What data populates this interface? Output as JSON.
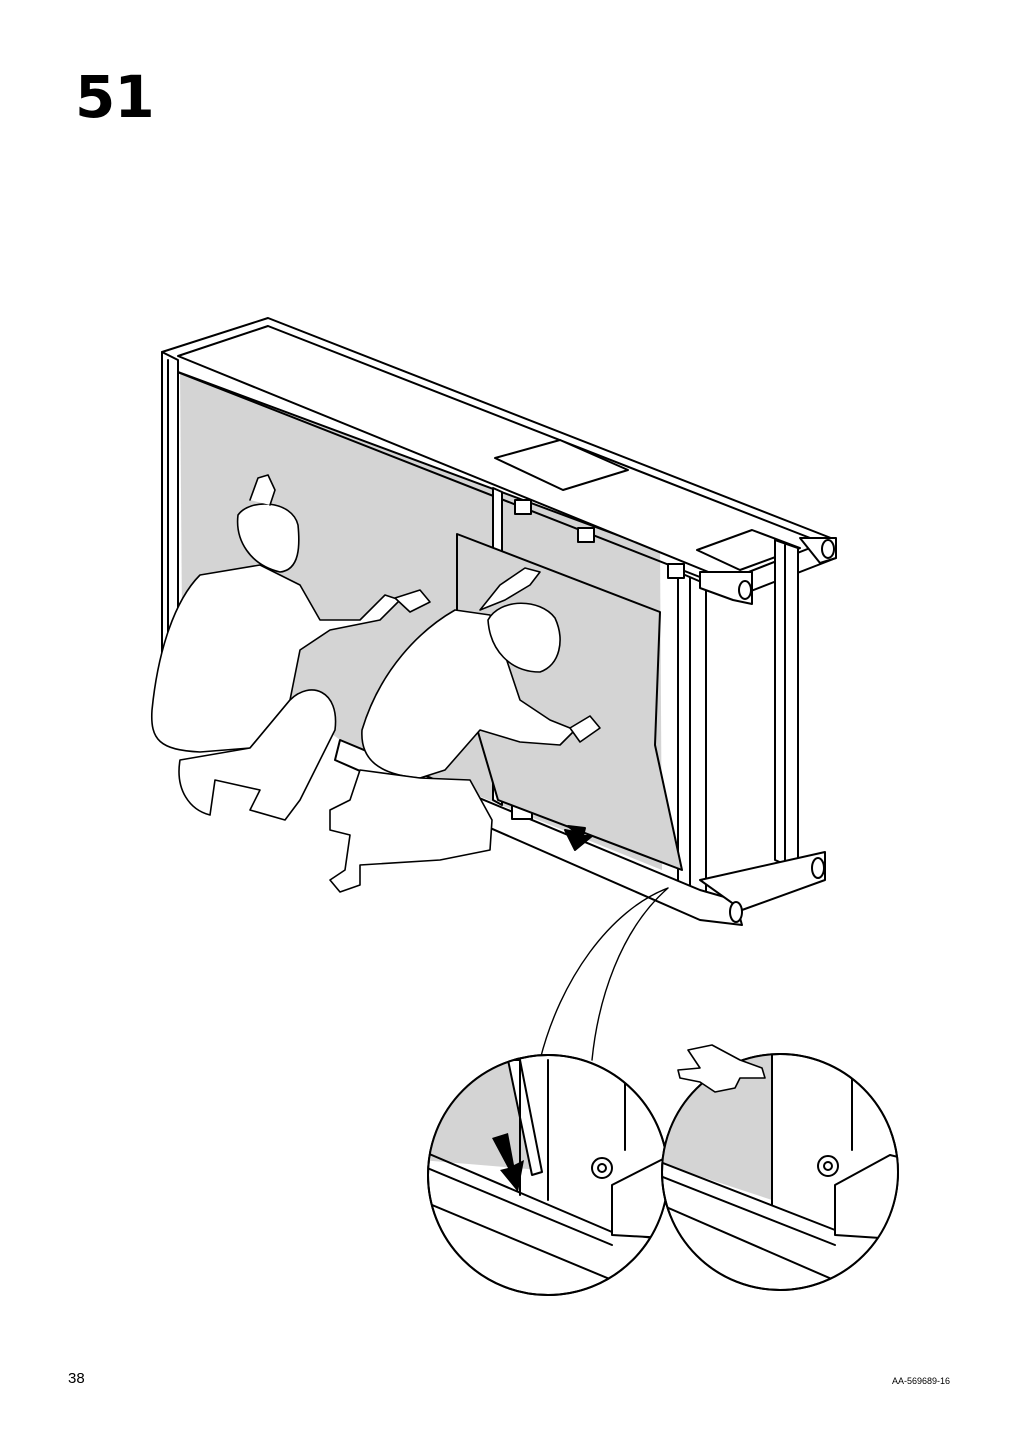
{
  "page": {
    "step_number": "51",
    "page_number": "38",
    "document_code": "AA-569689-16"
  },
  "illustration": {
    "panel_fill": "#d4d4d4",
    "line_color": "#000000"
  }
}
